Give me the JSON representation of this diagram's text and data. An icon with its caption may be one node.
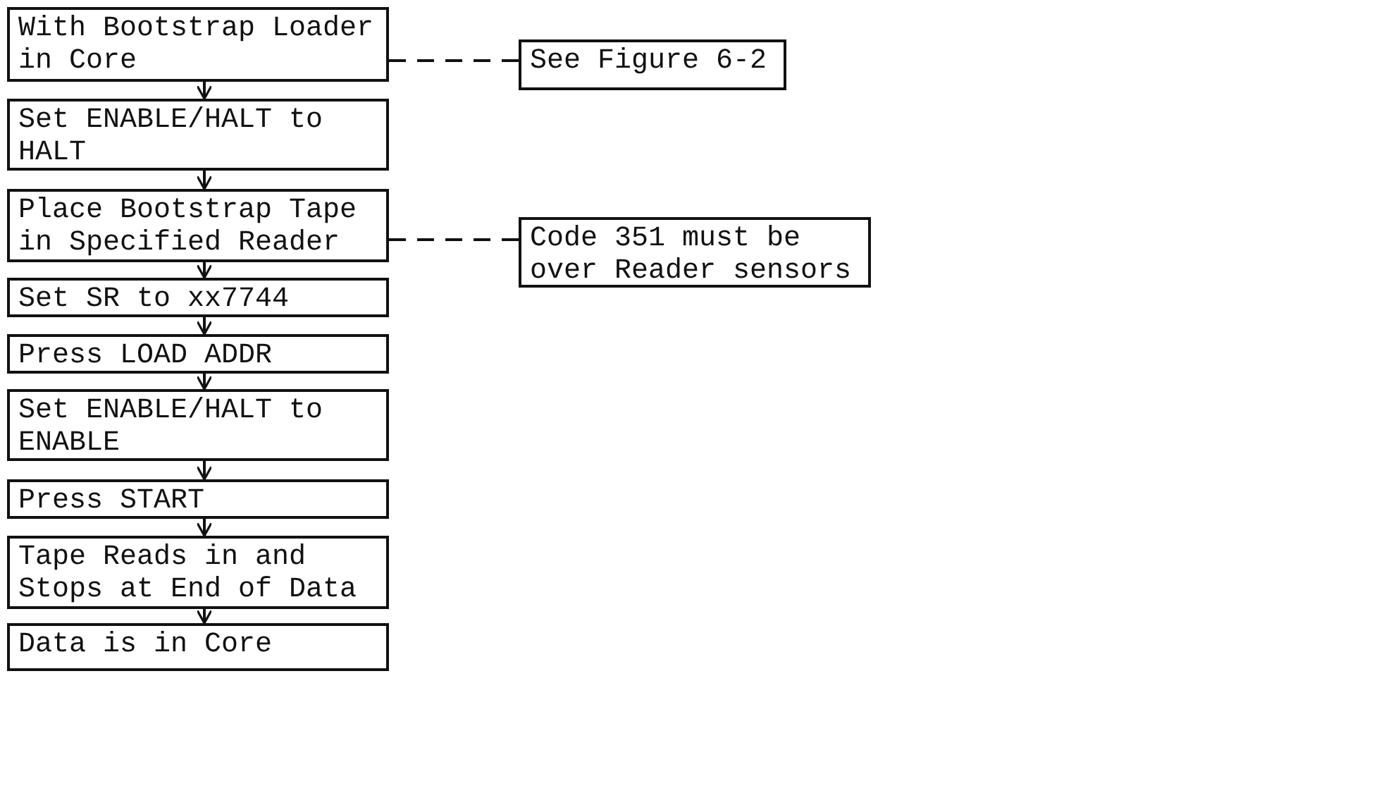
{
  "diagram": {
    "nodes": [
      {
        "text": [
          "With Bootstrap Loader in Core"
        ]
      },
      {
        "text": [
          "Set ENABLE/HALT to HALT"
        ]
      },
      {
        "text": [
          "Place Bootstrap Tape in Specified Reader"
        ]
      },
      {
        "text": [
          "Set SR to xx7744"
        ]
      },
      {
        "text": [
          "Press LOAD ADDR"
        ]
      },
      {
        "text": [
          "Set ENABLE/HALT to ENABLE"
        ]
      },
      {
        "text": [
          "Press START"
        ]
      },
      {
        "text": [
          "Tape Reads in and Stops at End of Data"
        ]
      },
      {
        "text": [
          "Data is in Core"
        ]
      },
      {
        "text": [
          "See Figure 6-2"
        ]
      },
      {
        "text": [
          "Code 351 must be over Reader sensors"
        ]
      }
    ],
    "edges": [
      {
        "from": 0,
        "to": 1,
        "arrow": "to"
      },
      {
        "from": 1,
        "to": 2,
        "arrow": "to"
      },
      {
        "from": 2,
        "to": 3,
        "arrow": "to"
      },
      {
        "from": 3,
        "to": 4,
        "arrow": "to"
      },
      {
        "from": 4,
        "to": 5,
        "arrow": "to"
      },
      {
        "from": 5,
        "to": 6,
        "arrow": "to"
      },
      {
        "from": 6,
        "to": 7,
        "arrow": "to"
      },
      {
        "from": 7,
        "to": 8,
        "arrow": "to"
      },
      {
        "from": 0,
        "to": 9,
        "arrow": "none",
        "style": "dashed"
      },
      {
        "from": 2,
        "to": 10,
        "arrow": "none",
        "style": "dashed"
      }
    ]
  }
}
